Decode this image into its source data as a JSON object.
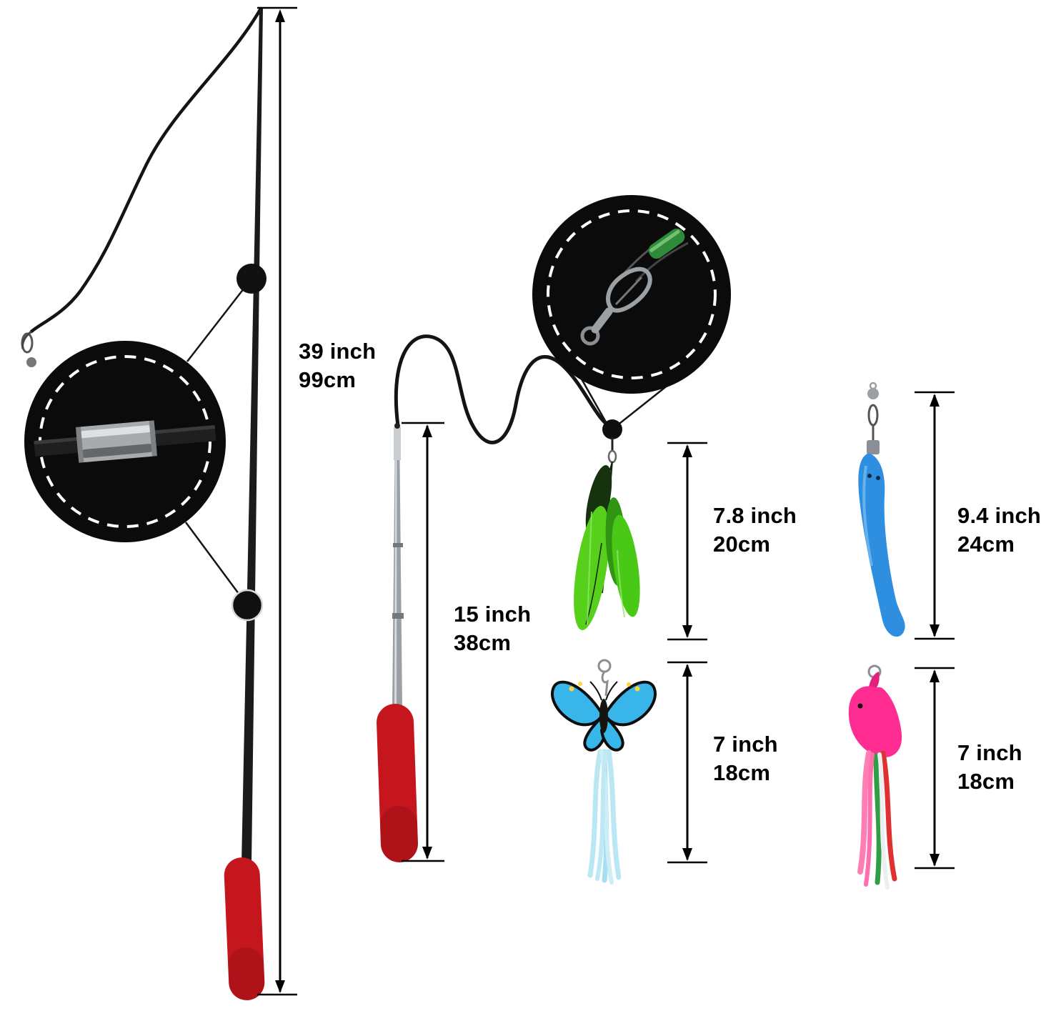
{
  "measurements": [
    {
      "id": "rod-extended",
      "inch": "39 inch",
      "cm": "99cm"
    },
    {
      "id": "wand-retracted",
      "inch": "15 inch",
      "cm": "38cm"
    },
    {
      "id": "feather-teaser",
      "inch": "7.8 inch",
      "cm": "20cm"
    },
    {
      "id": "worm-teaser",
      "inch": "9.4 inch",
      "cm": "24cm"
    },
    {
      "id": "butterfly-teaser",
      "inch": "7 inch",
      "cm": "18cm"
    },
    {
      "id": "fish-teaser",
      "inch": "7 inch",
      "cm": "18cm"
    }
  ],
  "colors": {
    "background": "#ffffff",
    "handle_red": "#c5161d",
    "handle_red_shade": "#8f0f14",
    "rod_dark": "#1b1b1b",
    "rod_silver": "#9aa0a4",
    "string_black": "#141414",
    "inset_bg": "#0b0b0b",
    "inset_dash": "#ffffff",
    "feather_bright_green": "#57d01c",
    "feather_mid_green": "#2f9512",
    "feather_dark_green": "#17320f",
    "butterfly_blue": "#38b6e9",
    "ribbon_light_blue": "#b9e7f4",
    "worm_blue": "#2e8fe0",
    "fish_pink": "#ff2d92",
    "ribbon_pink": "#ff7fb5",
    "ribbon_green": "#2f9e44",
    "ribbon_red": "#e03131",
    "sleeve_green": "#2e8b3a",
    "arrow_black": "#000000"
  }
}
